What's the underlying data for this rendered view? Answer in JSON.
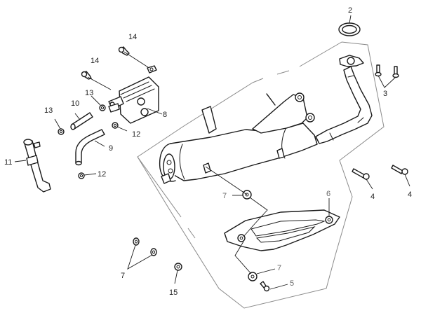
{
  "diagram": {
    "type": "exploded-parts-diagram",
    "subject": "exhaust muffler assembly",
    "callouts": [
      {
        "id": "c2",
        "label": "2",
        "part": "exhaust gasket"
      },
      {
        "id": "c3",
        "label": "3",
        "part": "flange bolts (pair)"
      },
      {
        "id": "c4a",
        "label": "4",
        "part": "mounting bolt"
      },
      {
        "id": "c4b",
        "label": "4",
        "part": "mounting bolt"
      },
      {
        "id": "c5",
        "label": "5",
        "part": "heat shield screw"
      },
      {
        "id": "c6",
        "label": "6",
        "part": "heat shield"
      },
      {
        "id": "c7a",
        "label": "7",
        "part": "washer"
      },
      {
        "id": "c7b",
        "label": "7",
        "part": "washer"
      },
      {
        "id": "c7c",
        "label": "7",
        "part": "washers (pair)"
      },
      {
        "id": "c8",
        "label": "8",
        "part": "secondary air valve"
      },
      {
        "id": "c9",
        "label": "9",
        "part": "bent hose"
      },
      {
        "id": "c10",
        "label": "10",
        "part": "straight hose"
      },
      {
        "id": "c11",
        "label": "11",
        "part": "air filter pipe"
      },
      {
        "id": "c12a",
        "label": "12",
        "part": "hose clip"
      },
      {
        "id": "c12b",
        "label": "12",
        "part": "hose clip"
      },
      {
        "id": "c13a",
        "label": "13",
        "part": "hose clip"
      },
      {
        "id": "c13b",
        "label": "13",
        "part": "hose clip"
      },
      {
        "id": "c14a",
        "label": "14",
        "part": "valve bolt"
      },
      {
        "id": "c14b",
        "label": "14",
        "part": "valve bolt"
      },
      {
        "id": "c15",
        "label": "15",
        "part": "nut"
      }
    ]
  }
}
